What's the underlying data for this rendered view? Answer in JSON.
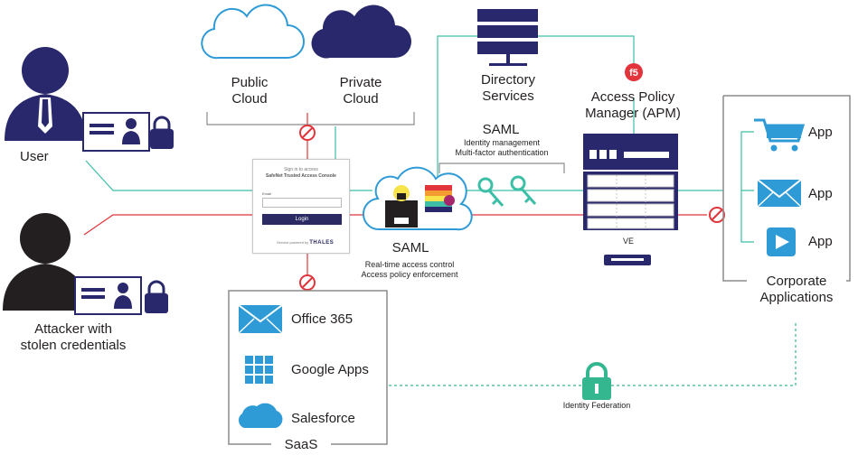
{
  "labels": {
    "user": "User",
    "attacker": "Attacker with\nstolen credentials",
    "public_cloud": "Public\nCloud",
    "private_cloud": "Private\nCloud",
    "directory_services": "Directory\nServices",
    "access_policy_manager": "Access Policy\nManager (APM)",
    "saml_top": "SAML",
    "saml_top_desc": "Identity management\nMulti-factor authentication",
    "saml_bottom": "SAML",
    "saml_bottom_desc": "Real-time access control\nAccess policy enforcement",
    "ve": "VE",
    "app_1": "App",
    "app_2": "App",
    "app_3": "App",
    "corporate_applications": "Corporate\nApplications",
    "saas": "SaaS",
    "office365": "Office 365",
    "google_apps": "Google Apps",
    "salesforce": "Salesforce",
    "identity_federation": "Identity Federation"
  },
  "login_card": {
    "title_line1": "Sign in to access",
    "title_line2": "SafeNet Trusted Access Console",
    "username_label": "Email",
    "button": "Login",
    "footer_prefix": "Service powered by",
    "footer_brand": "THALES"
  },
  "colors": {
    "teal": "#3dbfa7",
    "red": "#e2343b",
    "navy": "#29286c",
    "blue": "#2f9bd6",
    "dark": "#231f20",
    "gray_frame": "#8c8c8c",
    "green": "#34b78f"
  }
}
